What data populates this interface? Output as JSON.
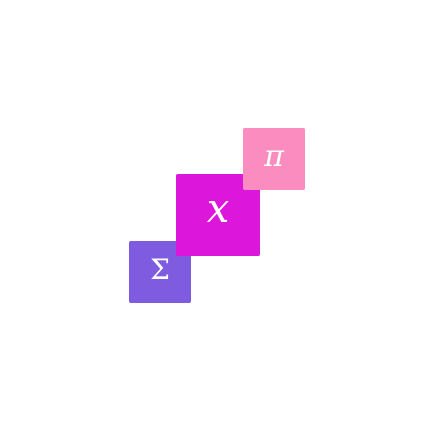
{
  "tiles": {
    "sigma": {
      "symbol": "Σ",
      "color": "#7f5cdf"
    },
    "x": {
      "symbol": "x",
      "color": "#dd16dc"
    },
    "pi": {
      "symbol": "π",
      "color": "#fa8cbf"
    }
  },
  "background": "#ffffff"
}
